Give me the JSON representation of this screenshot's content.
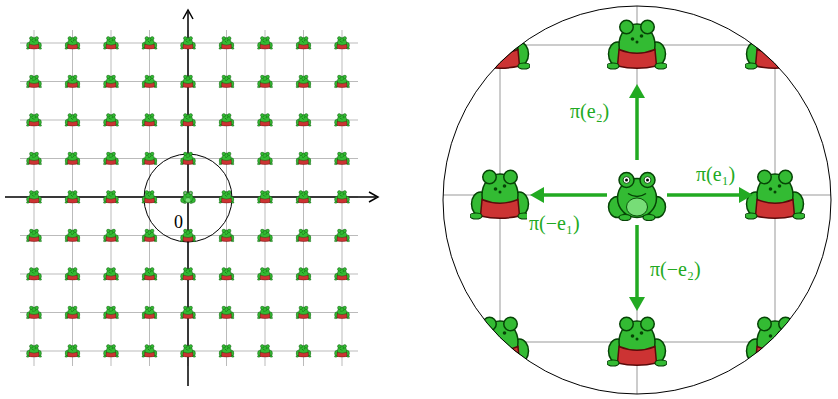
{
  "diagram": {
    "labels": [
      "0",
      "π(e₂)",
      "π(e₁)",
      "π(−e₁)",
      "π(−e₂)"
    ]
  }
}
